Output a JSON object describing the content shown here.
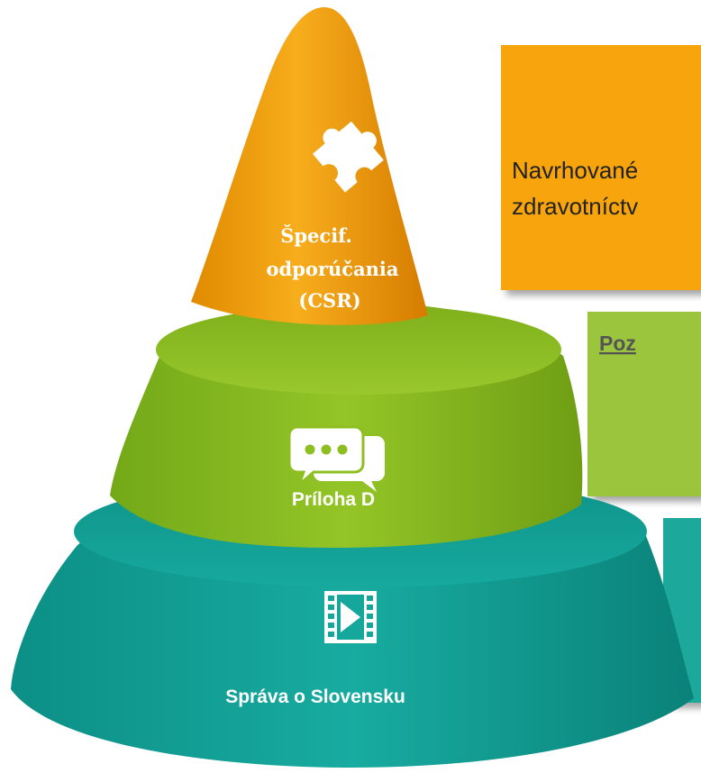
{
  "tiers": [
    {
      "id": "csr",
      "label_lines": [
        "Špecif.",
        "odporúčania",
        "(CSR)"
      ],
      "icon": "puzzle-icon",
      "color": "#f29a06"
    },
    {
      "id": "annex",
      "label": "Príloha D",
      "icon": "chat-bubbles-icon",
      "color": "#8cbf1f"
    },
    {
      "id": "report",
      "label": "Správa o Slovensku",
      "icon": "film-play-icon",
      "color": "#16a79c"
    }
  ],
  "boxes": {
    "orange": {
      "color": "#f7a40d",
      "line1": "Navrhované",
      "line2": "zdravotníctv"
    },
    "green": {
      "color": "#9bc53d",
      "heading": "Poz"
    },
    "teal": {
      "color": "#1aa89a"
    }
  }
}
